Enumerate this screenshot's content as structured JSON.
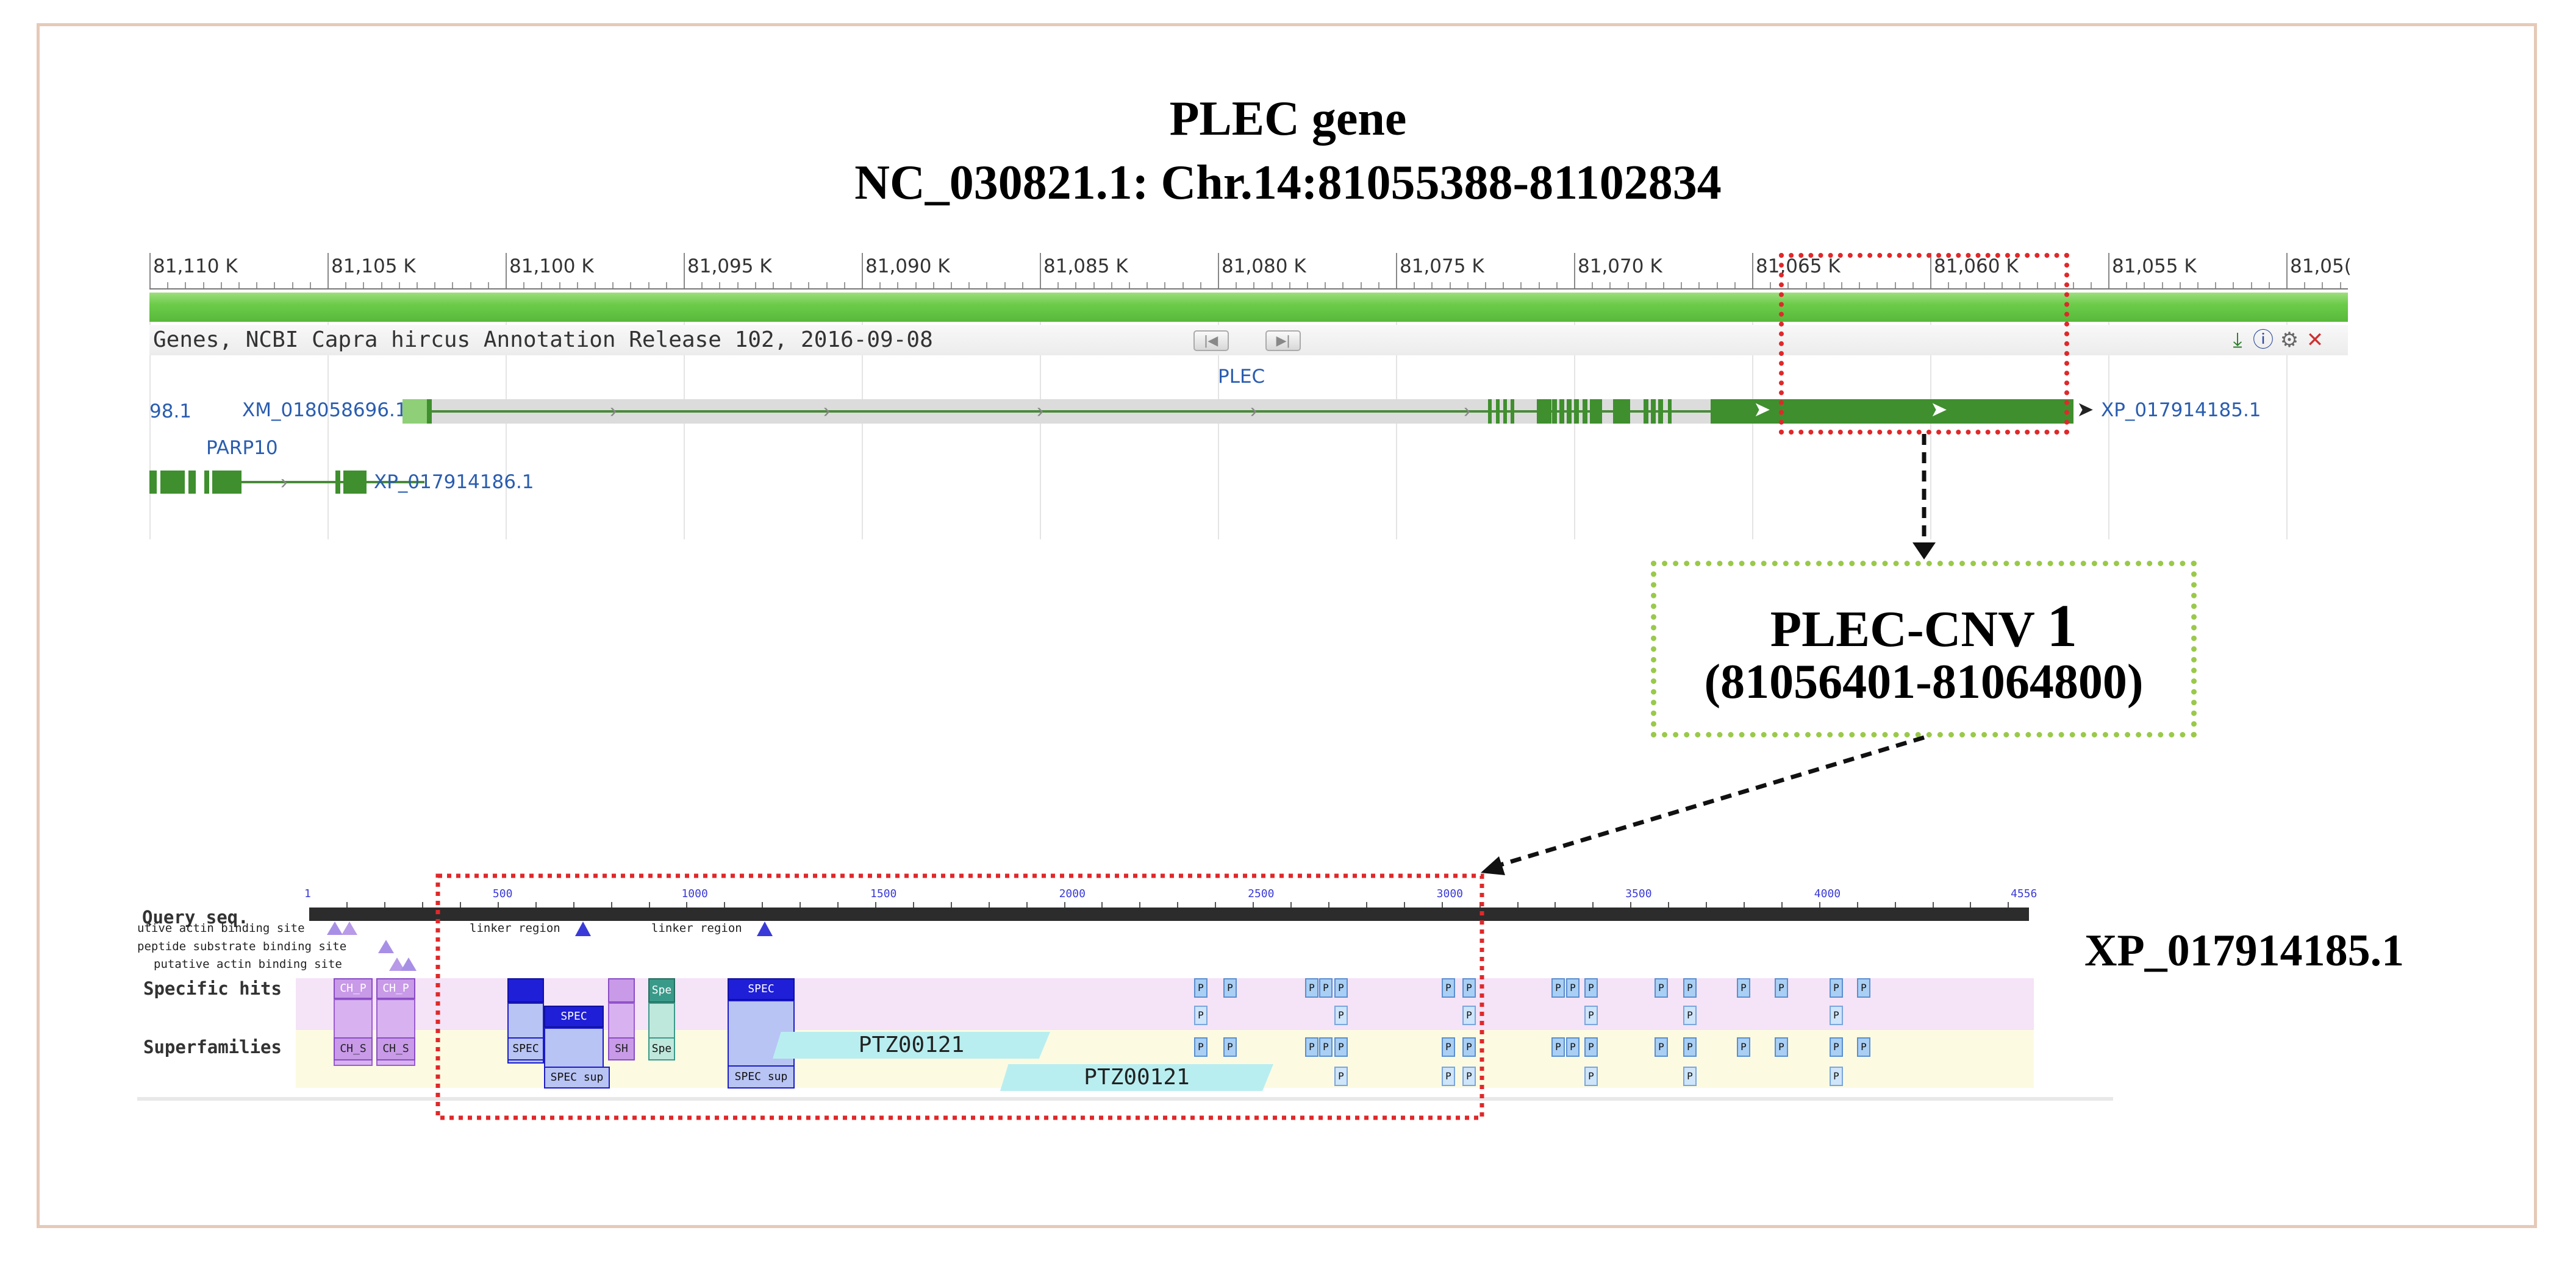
{
  "title": {
    "line1": "PLEC gene",
    "line2": "NC_030821.1: Chr.14:81055388-81102834"
  },
  "browser": {
    "ruler_ticks": [
      "81,110 K",
      "81,105 K",
      "81,100 K",
      "81,095 K",
      "81,090 K",
      "81,085 K",
      "81,080 K",
      "81,075 K",
      "81,070 K",
      "81,065 K",
      "81,060 K",
      "81,055 K",
      "81,05("
    ],
    "track_title": "Genes, NCBI Capra hircus Annotation Release 102, 2016-09-08",
    "nav_prev_icon": "skip-back-icon",
    "nav_next_icon": "skip-forward-icon",
    "tools": [
      "download-icon",
      "info-icon",
      "settings-icon",
      "close-icon"
    ],
    "genes": {
      "left_fragment": "98.1",
      "transcript_left": "XM_018058696.1",
      "gene_name": "PLEC",
      "transcript_right": "XP_017914185.1",
      "gene2_name": "PARP10",
      "gene2_transcript": "XP_017914186.1"
    },
    "highlight_color": "#e0282a",
    "track_color": "#3f8f2e"
  },
  "cnv": {
    "line1_prefix": "PLEC-CNV ",
    "line1_number": "1",
    "line2": "(81056401-81064800)",
    "border_color": "#9ac94a"
  },
  "protein": {
    "query_label": "Query seq.",
    "query_ticks": [
      "1",
      "500",
      "1000",
      "1500",
      "2000",
      "2500",
      "3000",
      "3500",
      "4000",
      "4556"
    ],
    "sites": [
      "utive actin binding site",
      "peptide substrate binding site",
      "putative actin binding site"
    ],
    "linker_labels": [
      "linker region",
      "linker region"
    ],
    "row_specific": "Specific hits",
    "row_super": "Superfamilies",
    "domains": {
      "ch_p": "CH_P",
      "ch_s": "CH_S",
      "spec": "SPEC",
      "spec_sup": "SPEC sup",
      "sh": "SH",
      "spe": "Spe",
      "ptz": "PTZ00121",
      "p": "P"
    },
    "accession": "XP_017914185.1"
  }
}
